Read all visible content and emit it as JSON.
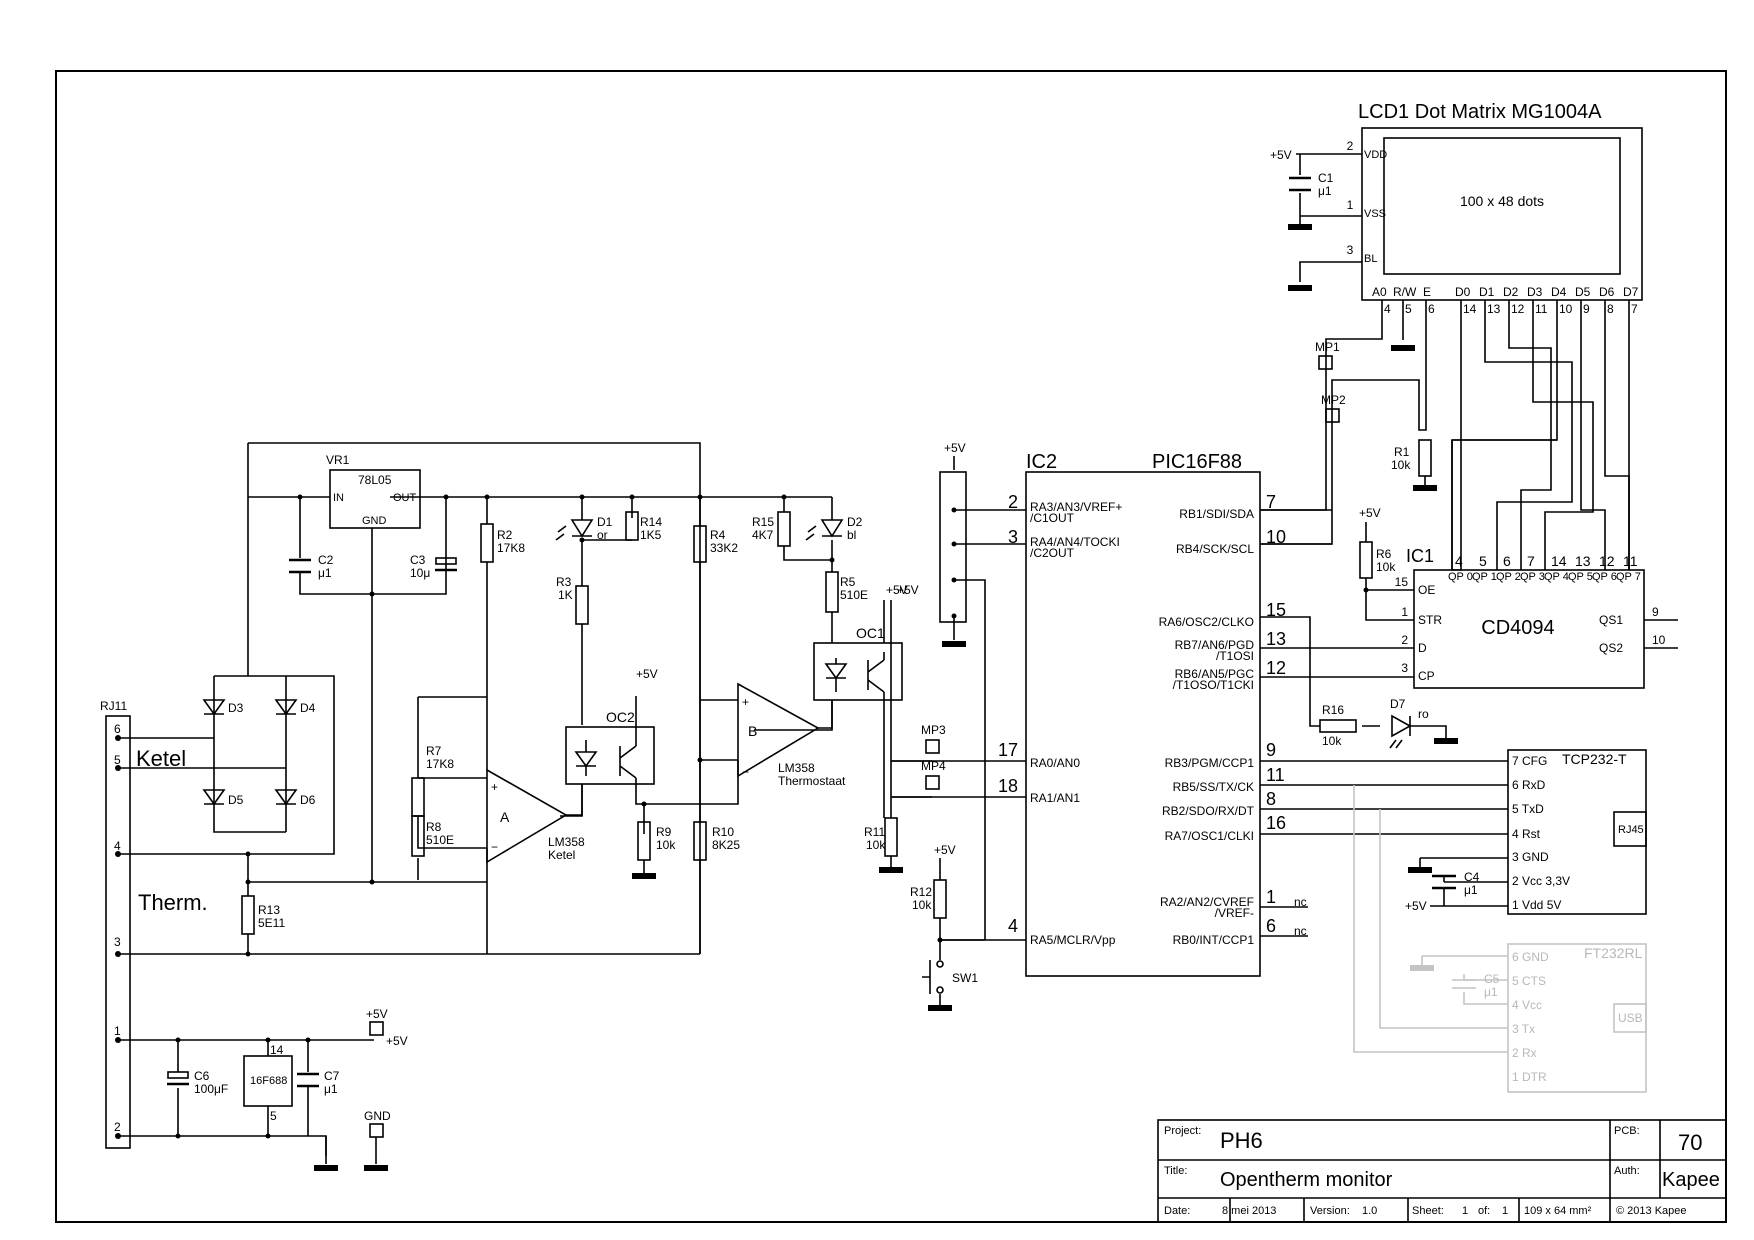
{
  "lcd": {
    "title": "LCD1  Dot Matrix MG1004A",
    "resolution": "100 x 48 dots",
    "pin_vdd": "VDD",
    "pin_vss": "VSS",
    "pin_bl": "BL",
    "pin_labels": [
      "A0",
      "R/W",
      "E",
      "D0",
      "D1",
      "D2",
      "D3",
      "D4",
      "D5",
      "D6",
      "D7"
    ],
    "pin_numbers": [
      "4",
      "5",
      "6",
      "14",
      "13",
      "12",
      "11",
      "10",
      "9",
      "8",
      "7"
    ],
    "vdd_num": "2",
    "vss_num": "1",
    "bl_num": "3"
  },
  "c1": {
    "ref": "C1",
    "value": "μ1"
  },
  "plus5v": "+5V",
  "mp1": "MP1",
  "mp2": "MP2",
  "mp3": "MP3",
  "mp4": "MP4",
  "r1": {
    "ref": "R1",
    "value": "10k"
  },
  "r6": {
    "ref": "R6",
    "value": "10k"
  },
  "ic1": {
    "ref": "IC1",
    "name": "CD4094",
    "qp_labels": [
      "QP 0",
      "QP 1",
      "QP 2",
      "QP 3",
      "QP 4",
      "QP 5",
      "QP 6",
      "QP 7"
    ],
    "qp_pins": [
      "4",
      "5",
      "6",
      "7",
      "14",
      "13",
      "12",
      "11"
    ],
    "left_pins": [
      {
        "num": "15",
        "name": "OE"
      },
      {
        "num": "1",
        "name": "STR"
      },
      {
        "num": "2",
        "name": "D"
      },
      {
        "num": "3",
        "name": "CP"
      }
    ],
    "right_pins": [
      {
        "num": "9",
        "name": "QS1"
      },
      {
        "num": "10",
        "name": "QS2"
      }
    ]
  },
  "ic2": {
    "ref": "IC2",
    "name": "PIC16F88",
    "left_pins": [
      {
        "num": "2",
        "name": "RA3/AN3/VREF+",
        "name2": "/C1OUT"
      },
      {
        "num": "3",
        "name": "RA4/AN4/TOCKI",
        "name2": "/C2OUT"
      },
      {
        "num": "17",
        "name": "RA0/AN0",
        "name2": ""
      },
      {
        "num": "18",
        "name": "RA1/AN1",
        "name2": ""
      },
      {
        "num": "4",
        "name": "RA5/MCLR/Vpp",
        "name2": ""
      }
    ],
    "right_pins": [
      {
        "num": "7",
        "name": "RB1/SDI/SDA",
        "name2": ""
      },
      {
        "num": "10",
        "name": "RB4/SCK/SCL",
        "name2": ""
      },
      {
        "num": "15",
        "name": "RA6/OSC2/CLKO",
        "name2": ""
      },
      {
        "num": "13",
        "name": "RB7/AN6/PGD",
        "name2": "/T1OSI"
      },
      {
        "num": "12",
        "name": "RB6/AN5/PGC",
        "name2": "/T1OSO/T1CKI"
      },
      {
        "num": "9",
        "name": "RB3/PGM/CCP1",
        "name2": ""
      },
      {
        "num": "11",
        "name": "RB5/SS/TX/CK",
        "name2": ""
      },
      {
        "num": "8",
        "name": "RB2/SDO/RX/DT",
        "name2": ""
      },
      {
        "num": "16",
        "name": "RA7/OSC1/CLKI",
        "name2": ""
      },
      {
        "num": "1",
        "name": "RA2/AN2/CVREF",
        "name2": "/VREF-"
      },
      {
        "num": "6",
        "name": "RB0/INT/CCP1",
        "name2": ""
      }
    ],
    "nc": "nc"
  },
  "r16": {
    "ref": "R16",
    "value": "10k"
  },
  "d7": {
    "ref": "D7",
    "value": "ro"
  },
  "tcp": {
    "name": "TCP232-T",
    "pins": [
      "7 CFG",
      "6 RxD",
      "5 TxD",
      "4 Rst",
      "3 GND",
      "2 Vcc 3,3V",
      "1 Vdd 5V"
    ],
    "rj45": "RJ45"
  },
  "c4": {
    "ref": "C4",
    "value": "μ1"
  },
  "ft": {
    "name": "FT232RL",
    "pins": [
      "6 GND",
      "5 CTS",
      "4 Vcc",
      "3 Tx",
      "2 Rx",
      "1 DTR"
    ],
    "usb": "USB"
  },
  "c5": {
    "ref": "C5",
    "value": "μ1"
  },
  "vr1": {
    "ref": "VR1",
    "name": "78L05",
    "in": "IN",
    "out": "OUT",
    "gnd": "GND"
  },
  "c2": {
    "ref": "C2",
    "value": "μ1"
  },
  "c3": {
    "ref": "C3",
    "value": "10μ"
  },
  "r2": {
    "ref": "R2",
    "value": "17K8"
  },
  "d1": {
    "ref": "D1",
    "value": "or"
  },
  "r14": {
    "ref": "R14",
    "value": "1K5"
  },
  "r3": {
    "ref": "R3",
    "value": "1K"
  },
  "r4": {
    "ref": "R4",
    "value": "33K2"
  },
  "r15": {
    "ref": "R15",
    "value": "4K7"
  },
  "d2": {
    "ref": "D2",
    "value": "bl"
  },
  "r5": {
    "ref": "R5",
    "value": "510E"
  },
  "oc1": "OC1",
  "oc2": "OC2",
  "lm358b": {
    "unit": "B",
    "name": "LM358",
    "label": "Thermostaat"
  },
  "lm358a": {
    "unit": "A",
    "name": "LM358",
    "label": "Ketel"
  },
  "r7": {
    "ref": "R7",
    "value": "17K8"
  },
  "r8": {
    "ref": "R8",
    "value": "510E"
  },
  "r9": {
    "ref": "R9",
    "value": "10k"
  },
  "r10": {
    "ref": "R10",
    "value": "8K25"
  },
  "r11": {
    "ref": "R11",
    "value": "10k"
  },
  "r12": {
    "ref": "R12",
    "value": "10k"
  },
  "sw1": "SW1",
  "rj11": {
    "ref": "RJ11",
    "ketel": "Ketel",
    "therm": "Therm.",
    "pins": [
      "6",
      "5",
      "4",
      "3",
      "1",
      "2"
    ]
  },
  "bridge": [
    "D3",
    "D4",
    "D5",
    "D6"
  ],
  "r13": {
    "ref": "R13",
    "value": "5E11"
  },
  "c6": {
    "ref": "C6",
    "value": "100μF"
  },
  "c7": {
    "ref": "C7",
    "value": "μ1"
  },
  "pic_small": {
    "name": "16F688",
    "pin_top": "14",
    "pin_bot": "5"
  },
  "gnd_label": "GND",
  "titleblock": {
    "project_label": "Project:",
    "project": "PH6",
    "pcb_label": "PCB:",
    "pcb": "70",
    "title_label": "Title:",
    "title": "Opentherm monitor",
    "auth_label": "Auth:",
    "auth": "Kapee",
    "date_label": "Date:",
    "date": "8 mei 2013",
    "version_label": "Version:",
    "version": "1.0",
    "sheet_label": "Sheet:",
    "sheet": "1",
    "of_label": "of:",
    "sheets": "1",
    "size": "109 x 64 mm²",
    "copyright": "© 2013 Kapee"
  }
}
